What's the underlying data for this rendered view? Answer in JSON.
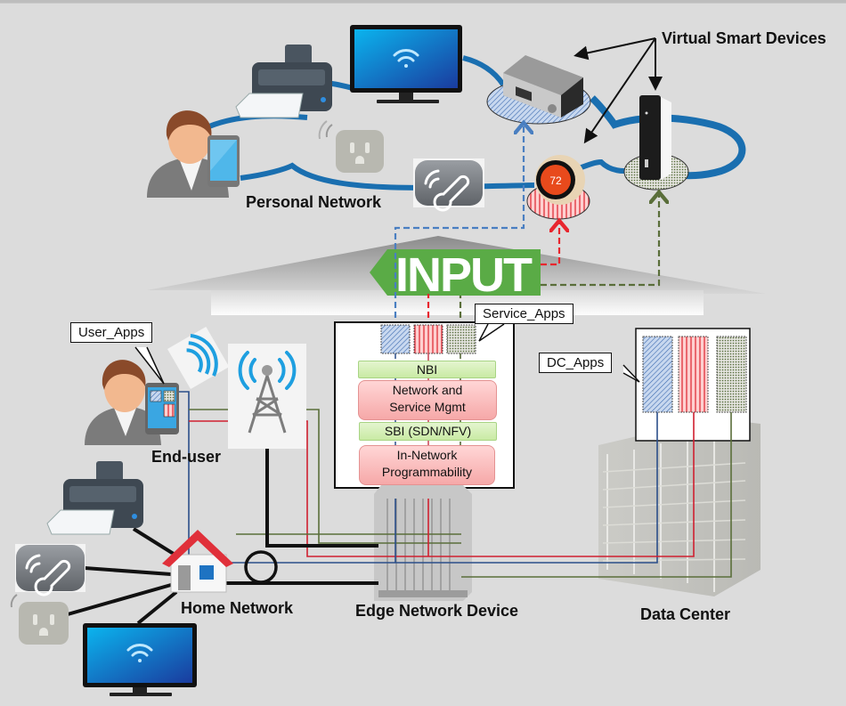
{
  "labels": {
    "personal_network": "Personal Network",
    "virtual_smart_devices": "Virtual Smart Devices",
    "input_banner": "INPUT",
    "end_user": "End-user",
    "home_network": "Home Network",
    "edge_network_device": "Edge Network Device",
    "data_center": "Data Center"
  },
  "callouts": {
    "service_apps": "Service_Apps",
    "user_apps": "User_Apps",
    "dc_apps": "DC_Apps"
  },
  "edge_stack": {
    "layers": [
      {
        "label": "NBI",
        "kind": "interface"
      },
      {
        "label": "Network and Service Mgmt",
        "line1": "Network and",
        "line2": "Service Mgmt",
        "kind": "function"
      },
      {
        "label": "SBI (SDN/NFV)",
        "kind": "interface"
      },
      {
        "label": "In-Network Programmability",
        "line1": "In-Network",
        "line2": "Programmability",
        "kind": "function"
      }
    ]
  },
  "app_colors": {
    "blue": "#4a7fc1",
    "red": "#e8262e",
    "green": "#5a6e3a"
  },
  "icons": {
    "personal_devices": [
      "user-icon",
      "smartphone-icon",
      "printer-icon",
      "smart-tv-icon",
      "smart-plug-icon",
      "thermometer-icon"
    ],
    "virtual_devices": [
      "av-receiver-icon",
      "thermostat-icon",
      "storage-server-icon"
    ],
    "home_devices": [
      "printer-icon",
      "thermometer-icon",
      "smart-plug-icon",
      "smart-tv-icon",
      "house-icon"
    ],
    "access": [
      "cell-tower-icon",
      "wifi-signal-icon"
    ]
  },
  "colors": {
    "background": "#dcdcdc",
    "cloud_stroke": "#1a6fb0",
    "input_green": "#5aab46",
    "interface_green": "#d4efb8",
    "function_pink": "#f7b4b4",
    "house_roof": "#e0303a"
  }
}
